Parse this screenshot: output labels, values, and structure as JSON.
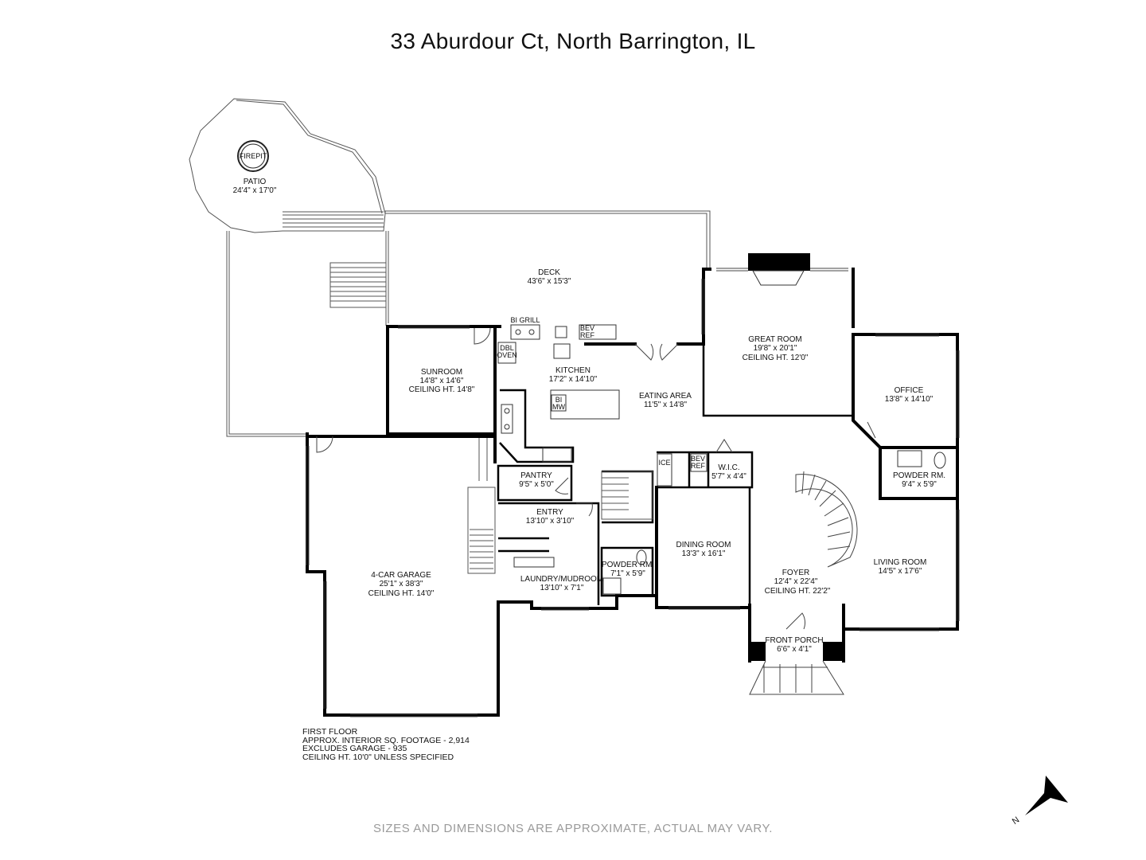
{
  "title": "33 Aburdour Ct, North Barrington, IL",
  "disclaimer": "SIZES AND DIMENSIONS ARE APPROXIMATE, ACTUAL MAY VARY.",
  "rooms": {
    "patio": {
      "name": "PATIO",
      "dims": "24'4\" x 17'0\""
    },
    "deck": {
      "name": "DECK",
      "dims": "43'6\" x 15'3\""
    },
    "sunroom": {
      "name": "SUNROOM",
      "dims": "14'8\" x 14'6\"",
      "ceiling": "CEILING HT. 14'8\""
    },
    "kitchen": {
      "name": "KITCHEN",
      "dims": "17'2\" x 14'10\""
    },
    "eating": {
      "name": "EATING AREA",
      "dims": "11'5\" x 14'8\""
    },
    "great": {
      "name": "GREAT ROOM",
      "dims": "19'8\" x 20'1\"",
      "ceiling": "CEILING HT. 12'0\""
    },
    "office": {
      "name": "OFFICE",
      "dims": "13'8\" x 14'10\""
    },
    "pantry": {
      "name": "PANTRY",
      "dims": "9'5\" x 5'0\""
    },
    "entry": {
      "name": "ENTRY",
      "dims": "13'10\" x 3'10\""
    },
    "laundry": {
      "name": "LAUNDRY/MUDROOM",
      "dims": "13'10\" x 7'1\""
    },
    "powder1": {
      "name": "POWDER RM.",
      "dims": "7'1\" x 5'9\""
    },
    "dining": {
      "name": "DINING ROOM",
      "dims": "13'3\" x 16'1\""
    },
    "wic": {
      "name": "W.I.C.",
      "dims": "5'7\" x 4'4\""
    },
    "powder2": {
      "name": "POWDER RM.",
      "dims": "9'4\" x 5'9\""
    },
    "foyer": {
      "name": "FOYER",
      "dims": "12'4\" x 22'4\"",
      "ceiling": "CEILING HT. 22'2\""
    },
    "living": {
      "name": "LIVING ROOM",
      "dims": "14'5\" x 17'6\""
    },
    "porch": {
      "name": "FRONT PORCH",
      "dims": "6'6\" x 4'1\""
    },
    "garage": {
      "name": "4-CAR GARAGE",
      "dims": "25'1\" x 38'3\"",
      "ceiling": "CEILING HT. 14'0\""
    }
  },
  "fixtures": {
    "firepit": "FIREPIT",
    "bi_grill": "BI GRILL",
    "bev_ref": [
      "BEV",
      "REF"
    ],
    "dbl_oven": [
      "DBL",
      "OVEN"
    ],
    "bi_mw": [
      "BI",
      "MW"
    ],
    "ice": "ICE",
    "bev_ref2": [
      "BEV",
      "REF"
    ]
  },
  "notes": [
    "FIRST FLOOR",
    "APPROX. INTERIOR SQ. FOOTAGE - 2,914",
    "EXCLUDES GARAGE - 935",
    "CEILING HT. 10'0\" UNLESS SPECIFIED"
  ],
  "compass_label": "N"
}
